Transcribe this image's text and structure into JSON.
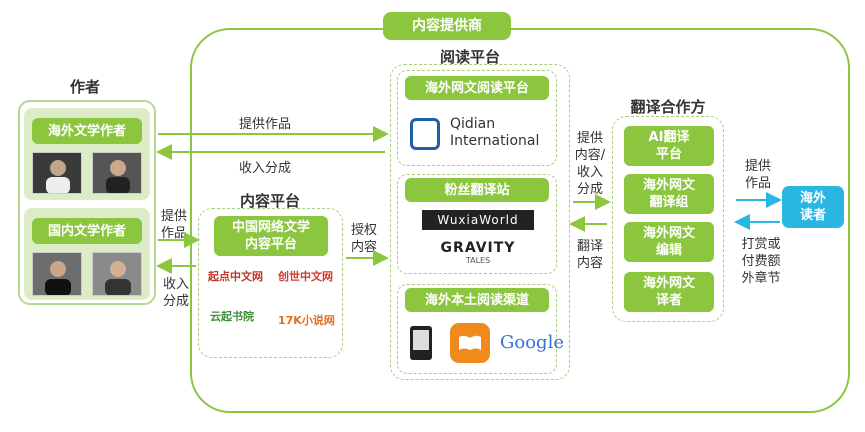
{
  "provider": {
    "label": "内容提供商"
  },
  "authors": {
    "title": "作者",
    "overseas": "海外文学作者",
    "domestic": "国内文学作者"
  },
  "content_platform": {
    "title": "内容平台",
    "box": "中国网络文学\n内容平台",
    "logos": [
      "起点中文网",
      "创世中文网",
      "云起书院",
      "17K小说网"
    ]
  },
  "reading_platform": {
    "title": "阅读平台",
    "overseas_reading": "海外网文阅读平台",
    "qidian_line1": "Qidian",
    "qidian_line2": "International",
    "fan_translation": "粉丝翻译站",
    "wuxiaworld": "WuxiaWorld",
    "gravity": "GRAVITY",
    "gravity_sub": "TALES",
    "local_channel": "海外本土阅读渠道",
    "google": "Google"
  },
  "translation": {
    "title": "翻译合作方",
    "items": [
      "AI翻译\n平台",
      "海外网文\n翻译组",
      "海外网文\n编辑",
      "海外网文\n译者"
    ]
  },
  "reader": {
    "label": "海外\n读者"
  },
  "flows": {
    "provide_works": "提供作品",
    "income_share": "收入分成",
    "provide_works_2": "提供\n作品",
    "income_share_2": "收入\n分成",
    "license": "授权\n内容",
    "provide_income": "提供\n内容/\n收入\n分成",
    "translate": "翻译\n内容",
    "provide_works_3": "提供\n作品",
    "tips": "打赏或\n付费额\n外章节"
  },
  "colors": {
    "green": "#8cc63f",
    "dash": "#a9cf7a",
    "reader": "#29b6e0"
  }
}
